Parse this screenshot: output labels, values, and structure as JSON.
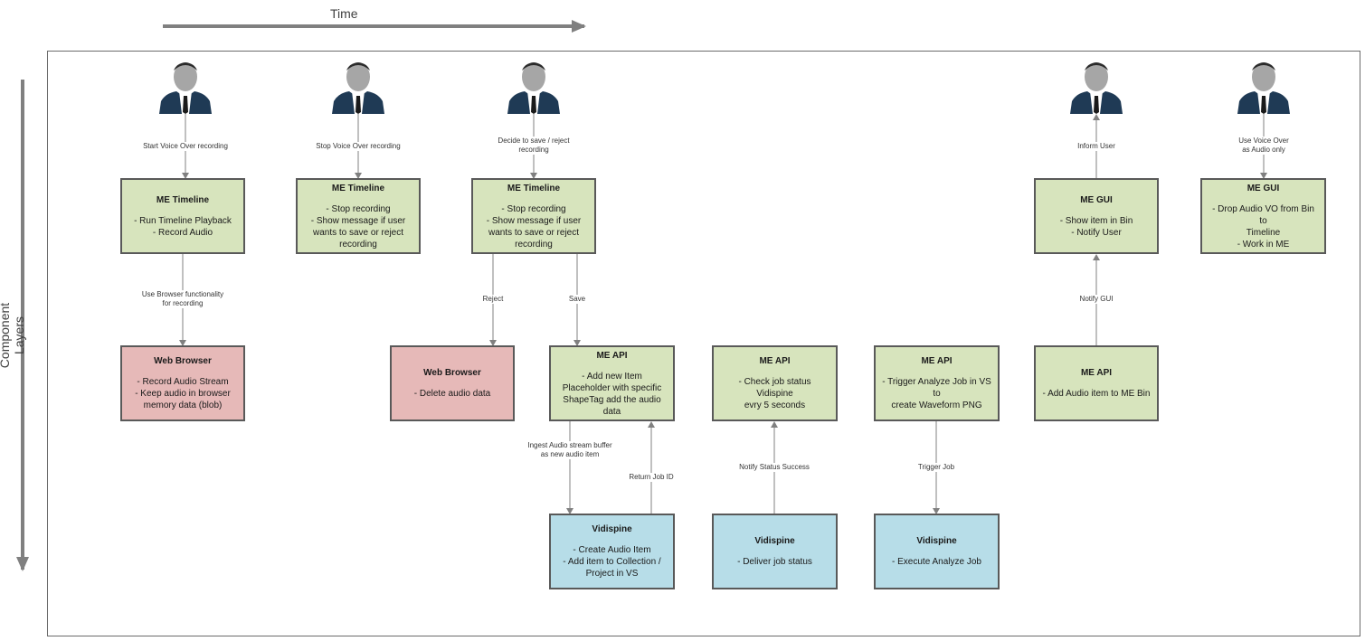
{
  "axes": {
    "time": "Time",
    "layers": "Component Layers"
  },
  "colors": {
    "timeline": "#d7e4bd",
    "browser": "#e6b9b8",
    "vidispine": "#b7dde8",
    "line": "#808080"
  },
  "users": [
    "user-icon",
    "user-icon",
    "user-icon",
    "user-icon",
    "user-icon"
  ],
  "boxes": {
    "me_timeline_1": {
      "title": "ME Timeline",
      "body": "- Run Timeline Playback\n- Record Audio"
    },
    "me_timeline_2": {
      "title": "ME Timeline",
      "body": "- Stop recording\n- Show message if user\nwants to save or reject\nrecording"
    },
    "me_timeline_3": {
      "title": "ME Timeline",
      "body": "- Stop recording\n- Show message if user\nwants to save or reject\nrecording"
    },
    "me_gui_1": {
      "title": "ME GUI",
      "body": "- Show item in Bin\n- Notify User"
    },
    "me_gui_2": {
      "title": "ME GUI",
      "body": "- Drop Audio VO from Bin to\nTimeline\n- Work in ME"
    },
    "web_browser_1": {
      "title": "Web Browser",
      "body": "- Record Audio Stream\n- Keep audio in browser\nmemory data (blob)"
    },
    "web_browser_2": {
      "title": "Web Browser",
      "body": "- Delete audio data"
    },
    "me_api_1": {
      "title": "ME API",
      "body": "- Add new Item\nPlaceholder with specific\nShapeTag  add the audio\ndata"
    },
    "me_api_2": {
      "title": "ME API",
      "body": "- Check job status Vidispine\nevry 5 seconds"
    },
    "me_api_3": {
      "title": "ME API",
      "body": "- Trigger Analyze Job in VS to\ncreate Waveform PNG"
    },
    "me_api_4": {
      "title": "ME API",
      "body": "- Add Audio item to ME Bin"
    },
    "vidispine_1": {
      "title": "Vidispine",
      "body": "- Create Audio Item\n- Add item to Collection /\nProject in VS"
    },
    "vidispine_2": {
      "title": "Vidispine",
      "body": "- Deliver job status"
    },
    "vidispine_3": {
      "title": "Vidispine",
      "body": "- Execute Analyze Job"
    }
  },
  "edges": {
    "e1": "Start Voice Over recording",
    "e2": "Stop Voice Over recording",
    "e3": "Decide to save / reject\nrecording",
    "e4": "Inform User",
    "e5": "Use Voice Over\nas Audio only",
    "e6": "Use Browser functionality\nfor recording",
    "e7": "Reject",
    "e8": "Save",
    "e9": "Notify GUI",
    "e10": "Ingest Audio stream buffer\nas new audio item",
    "e11": "Return Job ID",
    "e12": "Notify Status Success",
    "e13": "Trigger Job"
  }
}
